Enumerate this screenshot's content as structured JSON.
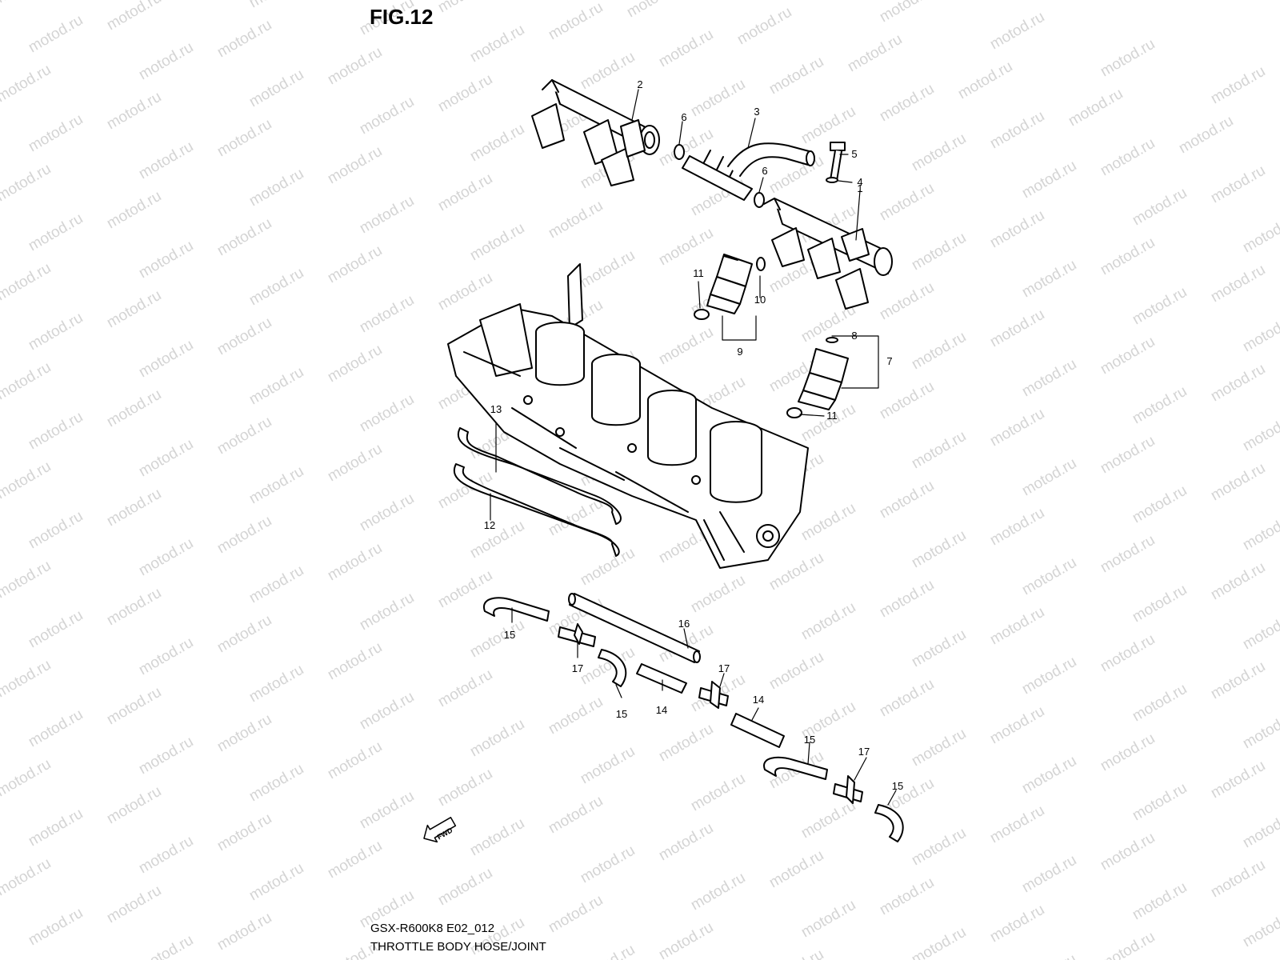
{
  "figure": {
    "title": "FIG.12",
    "model_code": "GSX-R600K8 E02_012",
    "caption": "THROTTLE BODY HOSE/JOINT",
    "direction_label": "FWD",
    "watermark": "motod.ru",
    "line_color": "#000000",
    "watermark_color": "#d4d4d4"
  },
  "callouts": [
    "2",
    "6",
    "3",
    "5",
    "6",
    "4",
    "1",
    "11",
    "10",
    "8",
    "7",
    "9",
    "11",
    "13",
    "12",
    "16",
    "15",
    "17",
    "15",
    "14",
    "17",
    "14",
    "15",
    "17",
    "15"
  ]
}
